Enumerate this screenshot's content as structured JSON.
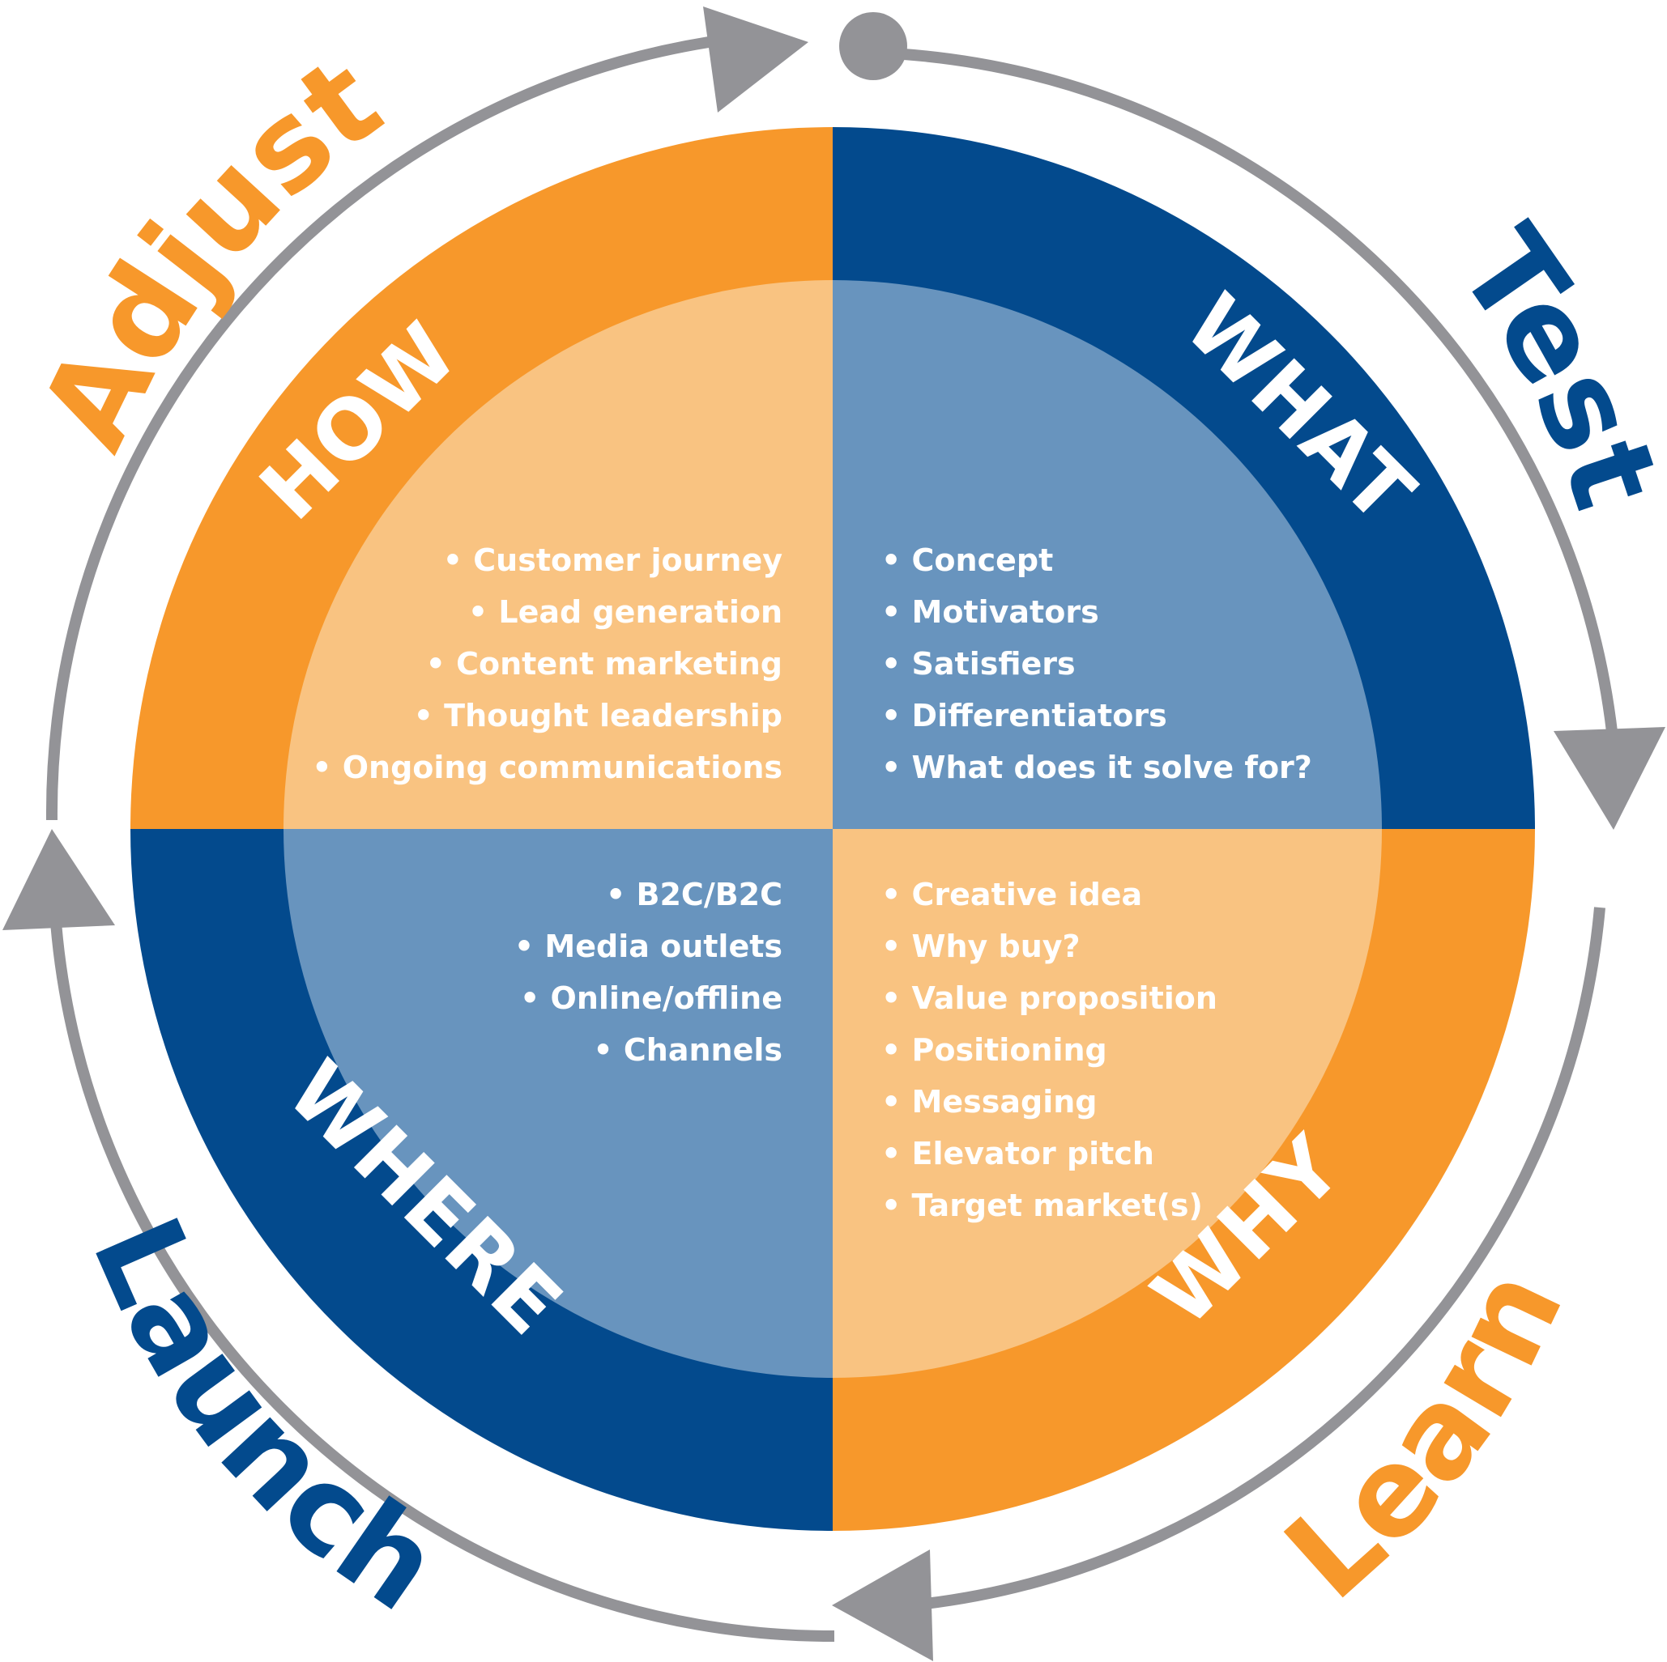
{
  "colors": {
    "orange": "#F7982B",
    "orange_light": "#F9C381",
    "blue": "#034A8D",
    "blue_light": "#6894BE",
    "arrow_gray": "#939397"
  },
  "cycle": {
    "test": "Test",
    "learn": "Learn",
    "launch": "Launch",
    "adjust": "Adjust"
  },
  "quadrants": {
    "what": {
      "title": "WHAT",
      "items": [
        "Concept",
        "Motivators",
        "Satisfiers",
        "Differentiators",
        "What does it solve for?"
      ]
    },
    "how": {
      "title": "HOW",
      "items": [
        "Customer journey",
        "Lead generation",
        "Content marketing",
        "Thought leadership",
        "Ongoing communications"
      ]
    },
    "where": {
      "title": "WHERE",
      "items": [
        "B2C/B2C",
        "Media outlets",
        "Online/offline",
        "Channels"
      ]
    },
    "why": {
      "title": "WHY",
      "items": [
        "Creative idea",
        "Why buy?",
        "Value proposition",
        "Positioning",
        "Messaging",
        "Elevator pitch",
        "Target market(s)"
      ]
    }
  }
}
